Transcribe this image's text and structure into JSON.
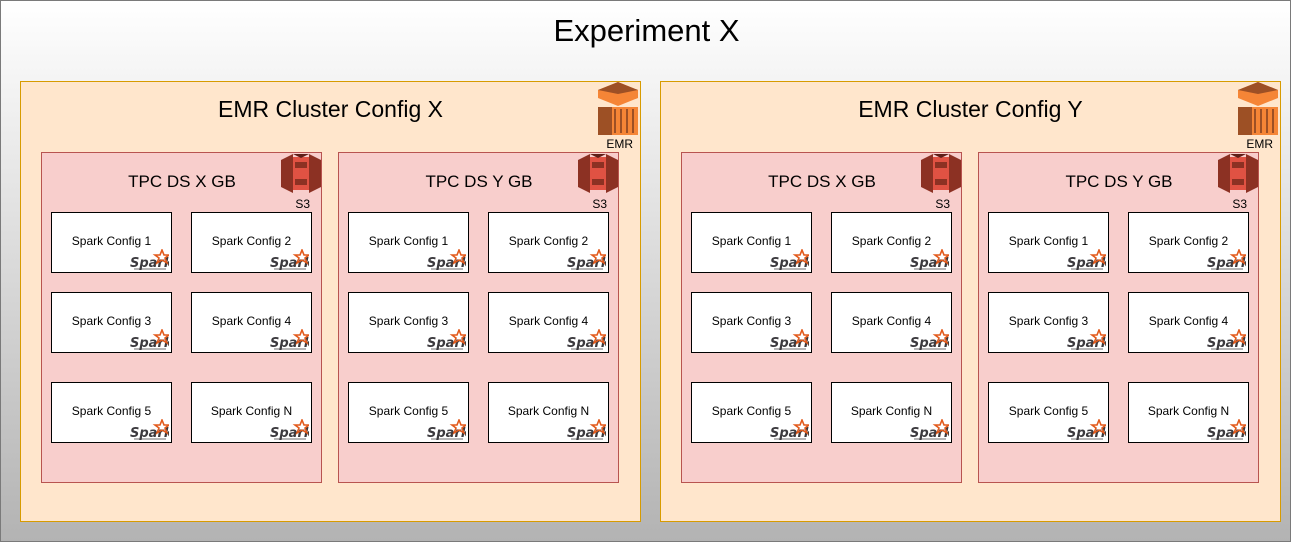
{
  "experiment": {
    "title": "Experiment X"
  },
  "colors": {
    "cluster_fill": "#ffe6cc",
    "cluster_border": "#d79b00",
    "dataset_fill": "#f8cecc",
    "dataset_border": "#b85450",
    "aws_orange_dark": "#9d5025",
    "aws_orange_light": "#f58536",
    "s3_red_dark": "#8c3123",
    "s3_red_light": "#e05243",
    "spark_orange": "#e25a1c"
  },
  "clusters": [
    {
      "title": "EMR Cluster Config X",
      "icon": "aws-emr-icon",
      "icon_label": "EMR",
      "datasets": [
        {
          "title": "TPC DS X GB",
          "icon": "aws-s3-icon",
          "icon_label": "S3",
          "configs": [
            "Spark Config 1",
            "Spark Config 2",
            "Spark Config 3",
            "Spark Config 4",
            "Spark Config 5",
            "Spark Config N"
          ]
        },
        {
          "title": "TPC DS Y GB",
          "icon": "aws-s3-icon",
          "icon_label": "S3",
          "configs": [
            "Spark Config 1",
            "Spark Config 2",
            "Spark Config 3",
            "Spark Config 4",
            "Spark Config 5",
            "Spark Config N"
          ]
        }
      ]
    },
    {
      "title": "EMR Cluster Config Y",
      "icon": "aws-emr-icon",
      "icon_label": "EMR",
      "datasets": [
        {
          "title": "TPC DS X GB",
          "icon": "aws-s3-icon",
          "icon_label": "S3",
          "configs": [
            "Spark Config 1",
            "Spark Config 2",
            "Spark Config 3",
            "Spark Config 4",
            "Spark Config 5",
            "Spark Config N"
          ]
        },
        {
          "title": "TPC DS Y GB",
          "icon": "aws-s3-icon",
          "icon_label": "S3",
          "configs": [
            "Spark Config 1",
            "Spark Config 2",
            "Spark Config 3",
            "Spark Config 4",
            "Spark Config 5",
            "Spark Config N"
          ]
        }
      ]
    }
  ],
  "spark_logo": {
    "icon": "apache-spark-logo",
    "text": "Spark"
  }
}
